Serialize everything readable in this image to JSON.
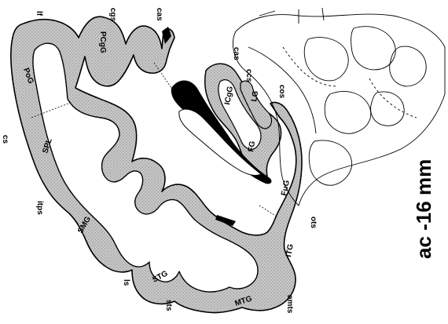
{
  "figure": {
    "caption": "ac  -16 mm",
    "labels": {
      "lf": "lf",
      "cgs": "cgs",
      "cas_top": "cas",
      "cas_mid": "cas",
      "cs": "cs",
      "itps": "itps",
      "ls": "ls",
      "sts": "sts",
      "amts": "amts",
      "ots": "ots",
      "cos": "cos",
      "ccs": "ccs",
      "PoG": "PoG",
      "PCgG": "PCgG",
      "SPL": "SPL",
      "SMG": "SMG",
      "STG": "STG",
      "MTG": "MTG",
      "ITG": "ITG",
      "FuG": "FuG",
      "FG": "FG",
      "LG": "LG",
      "ICgG": "ICgG"
    }
  }
}
